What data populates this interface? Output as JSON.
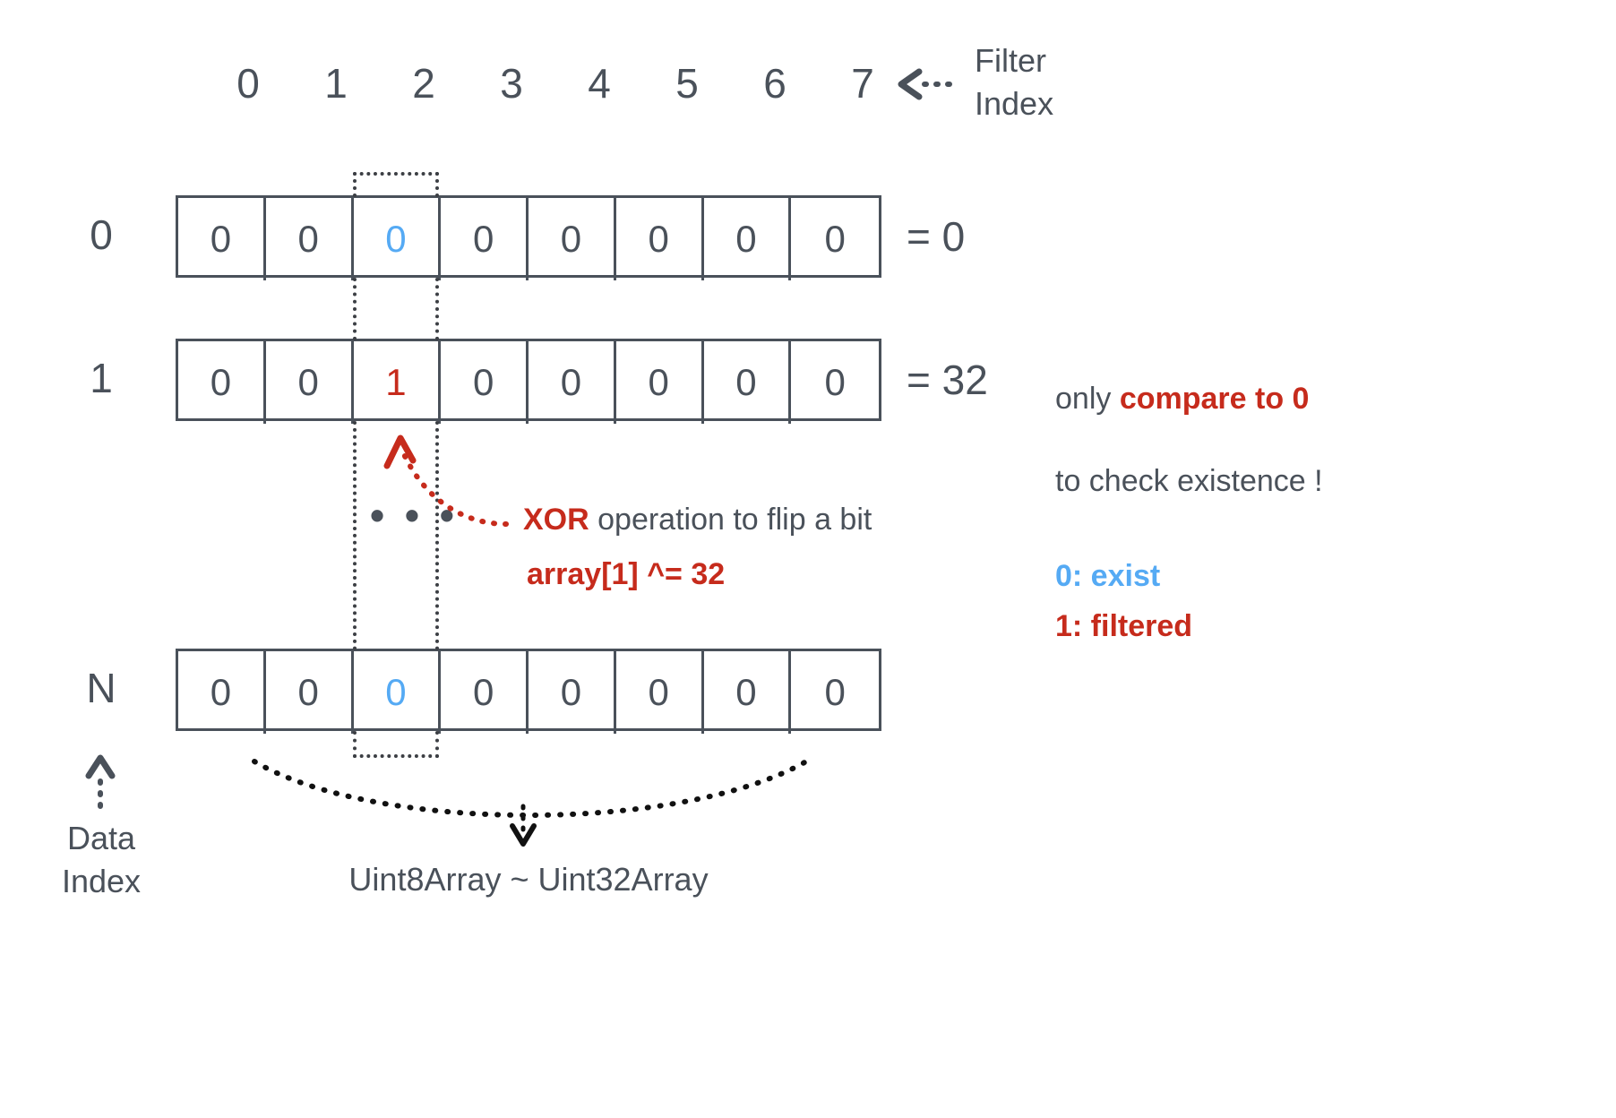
{
  "diagram": {
    "title_hidden": "",
    "filter_index": {
      "label": "Filter\nIndex",
      "ticks": [
        "0",
        "1",
        "2",
        "3",
        "4",
        "5",
        "6",
        "7"
      ],
      "arrow_icon": "dotted-left-arrow-icon"
    },
    "rows": [
      {
        "label": "0",
        "cells": [
          "0",
          "0",
          "0",
          "0",
          "0",
          "0",
          "0",
          "0"
        ],
        "highlight_index": 2,
        "highlight_color": "blue",
        "value_text": "= 0"
      },
      {
        "label": "1",
        "cells": [
          "0",
          "0",
          "1",
          "0",
          "0",
          "0",
          "0",
          "0"
        ],
        "highlight_index": 2,
        "highlight_color": "red",
        "value_text": "= 32"
      },
      {
        "label": "N",
        "cells": [
          "0",
          "0",
          "0",
          "0",
          "0",
          "0",
          "0",
          "0"
        ],
        "highlight_index": 2,
        "highlight_color": "blue",
        "value_text": ""
      }
    ],
    "ellipsis": "• • •",
    "annotations": {
      "xor_keyword": "XOR",
      "xor_rest": " operation to flip a bit",
      "code": "array[1] ^= 32",
      "side_note_plain_1": "only ",
      "side_note_strong": "compare to 0",
      "side_note_plain_2": "to check existence !"
    },
    "legend": [
      {
        "text": "0: exist",
        "color": "#55AAF4"
      },
      {
        "text": "1: filtered",
        "color": "#C62B1C"
      }
    ],
    "bottom": {
      "data_index_label": "Data\nIndex",
      "array_label": "Uint8Array ~ Uint32Array"
    },
    "colors": {
      "ink": "#4a515a",
      "blue": "#55AAF4",
      "red": "#C62B1C",
      "dotted": "#3c3f44",
      "background": "#ffffff"
    }
  }
}
